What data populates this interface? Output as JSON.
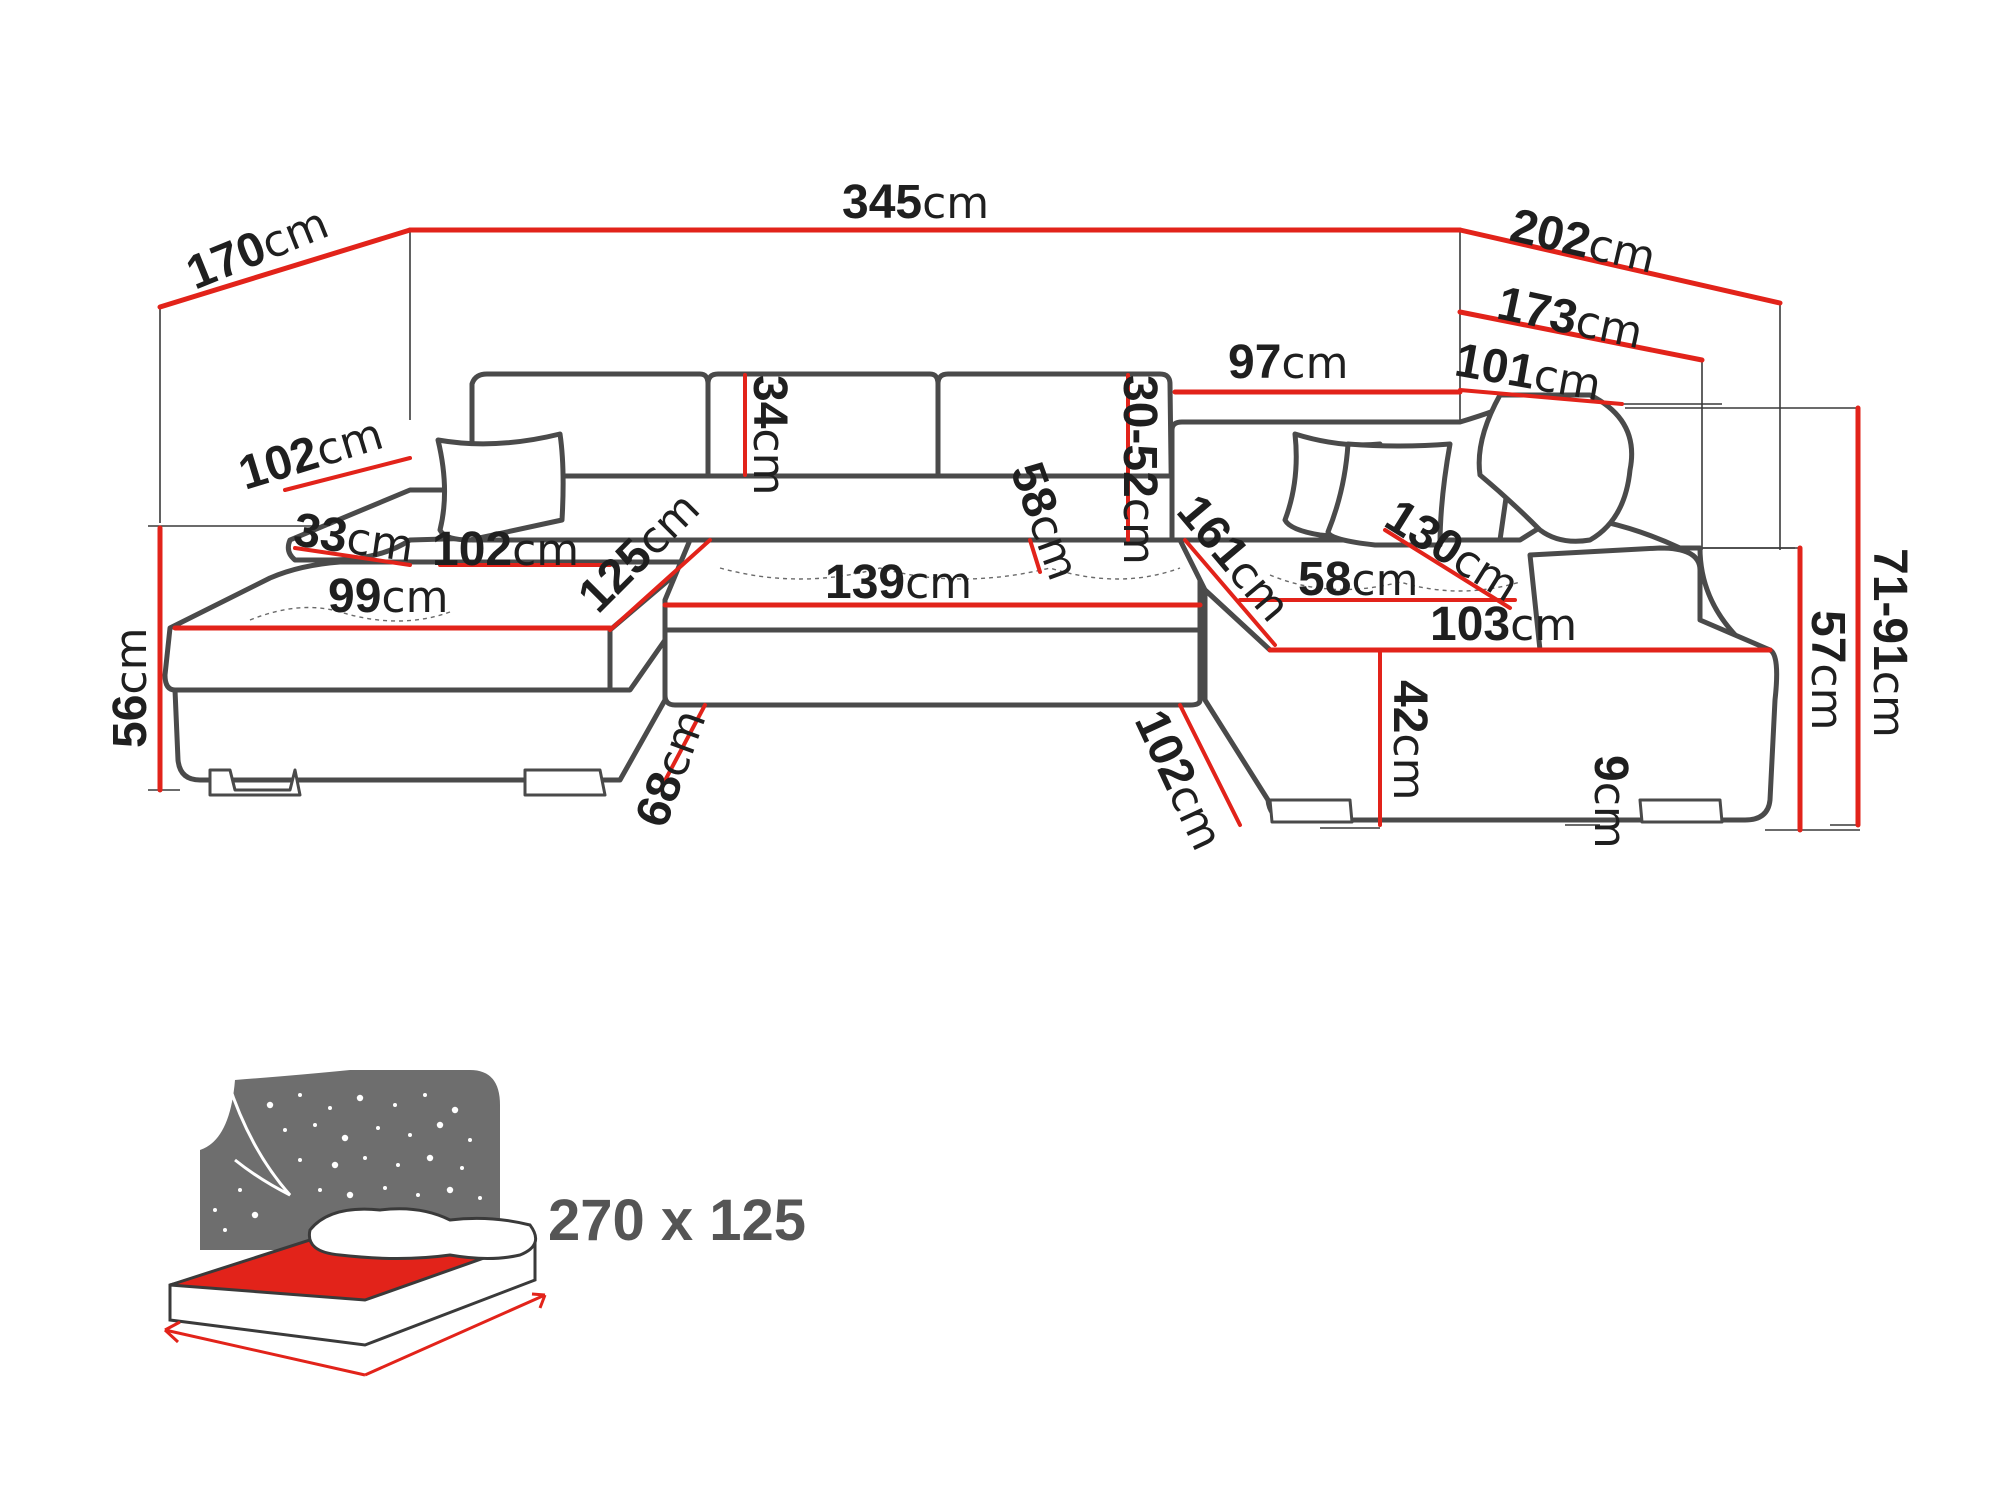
{
  "colors": {
    "dimension_line": "#e2231a",
    "outline": "#4a4a4a",
    "text": "#1f1f1f",
    "bed_label": "#555555",
    "night_panel": "#6e6e6e"
  },
  "unit": "cm",
  "dimensions": {
    "total_width": "345",
    "left_depth": "170",
    "right_depth": "202",
    "right_inner_depth": "173",
    "right_arm_depth": "101",
    "back_right_width": "97",
    "left_armrest_depth": "102",
    "left_armrest_height": "33",
    "left_chaise_seat_width": "102",
    "left_chaise_length": "125",
    "left_seat_depth": "99",
    "left_height": "56",
    "left_leg_gap": "68",
    "backrest_height": "34",
    "headrest_adjust": "30-52",
    "center_seat_depth": "58",
    "center_seat_width": "139",
    "right_chaise_length": "161",
    "right_seat_depth": "58",
    "right_seat_length": "130",
    "right_seat_width": "103",
    "right_leg_gap": "102",
    "seat_height": "42",
    "leg_height": "9",
    "right_height": "57",
    "total_height": "71-91"
  },
  "bed": {
    "label": "270 x 125",
    "icon": "sleeping-function-icon"
  }
}
